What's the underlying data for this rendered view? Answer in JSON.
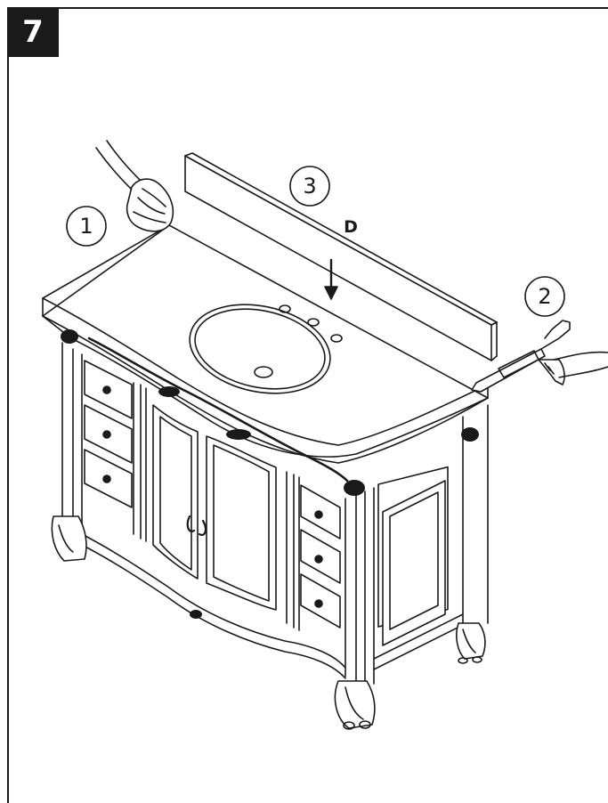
{
  "step": {
    "number": "7"
  },
  "callouts": [
    {
      "id": "wipe",
      "label": "1"
    },
    {
      "id": "caulk",
      "label": "2"
    },
    {
      "id": "backsplash",
      "label": "3"
    }
  ],
  "part_label": "D"
}
